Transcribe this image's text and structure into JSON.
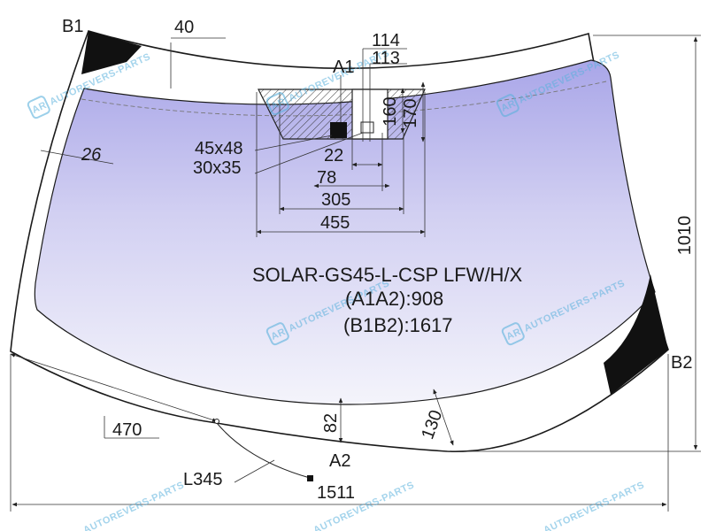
{
  "product": {
    "code": "SOLAR-GS45-L-CSP LFW/H/X",
    "a1a2": "(A1A2):908",
    "b1b2": "(B1B2):1617"
  },
  "points": {
    "b1": "B1",
    "b2": "B2",
    "a1": "A1",
    "a2": "A2"
  },
  "dimensions": {
    "d40": "40",
    "d114": "114",
    "d113": "113",
    "d160": "160",
    "d170": "170",
    "d26": "26",
    "d45x48": "45x48",
    "d30x35": "30x35",
    "d22": "22",
    "d78": "78",
    "d305": "305",
    "d455": "455",
    "d1010": "1010",
    "d82": "82",
    "d130": "130",
    "d470": "470",
    "dL345": "L345",
    "d1511": "1511"
  },
  "watermark": {
    "text": "AUTOREVERS-PARTS",
    "logo": "AR"
  },
  "colors": {
    "glass_top": "#a9a6e8",
    "glass_bottom": "#f2f2fb",
    "outline": "#1a1a1a",
    "black_ceramic": "#111111",
    "watermark": "#5ab0dc"
  }
}
